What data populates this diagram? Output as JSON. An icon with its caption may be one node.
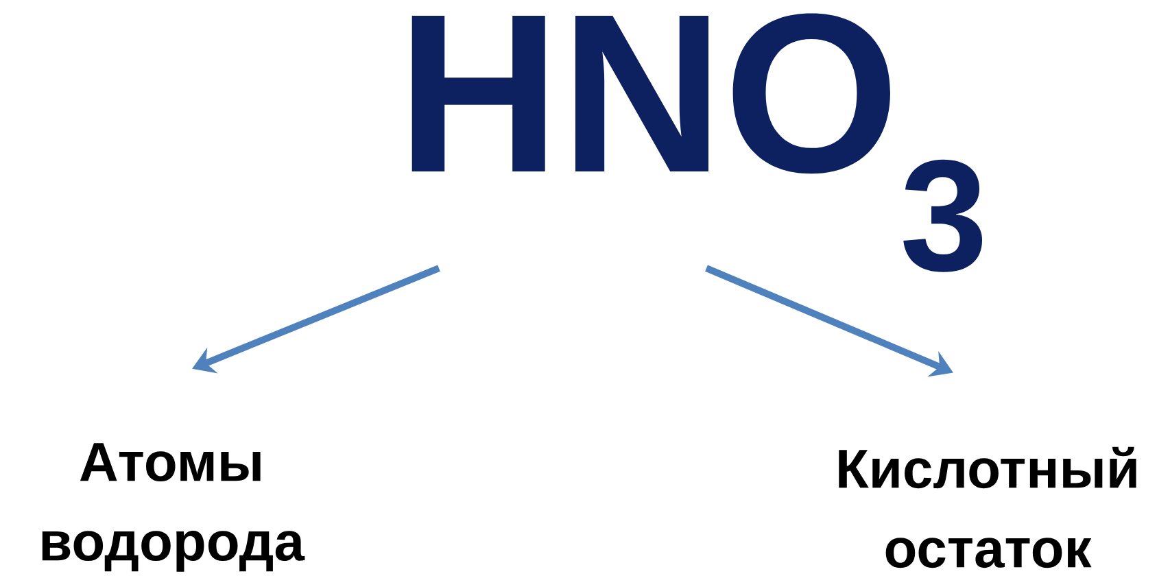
{
  "diagram": {
    "nodes": [
      {
        "text": [
          "HNO$_{3}$"
        ]
      },
      {
        "text": [
          "Атомы водорода"
        ]
      },
      {
        "text": [
          "Кислотный остаток"
        ]
      }
    ],
    "edges": [
      {
        "from": 0,
        "to": 1,
        "arrow": "to"
      },
      {
        "from": 0,
        "to": 2,
        "arrow": "to"
      }
    ]
  }
}
